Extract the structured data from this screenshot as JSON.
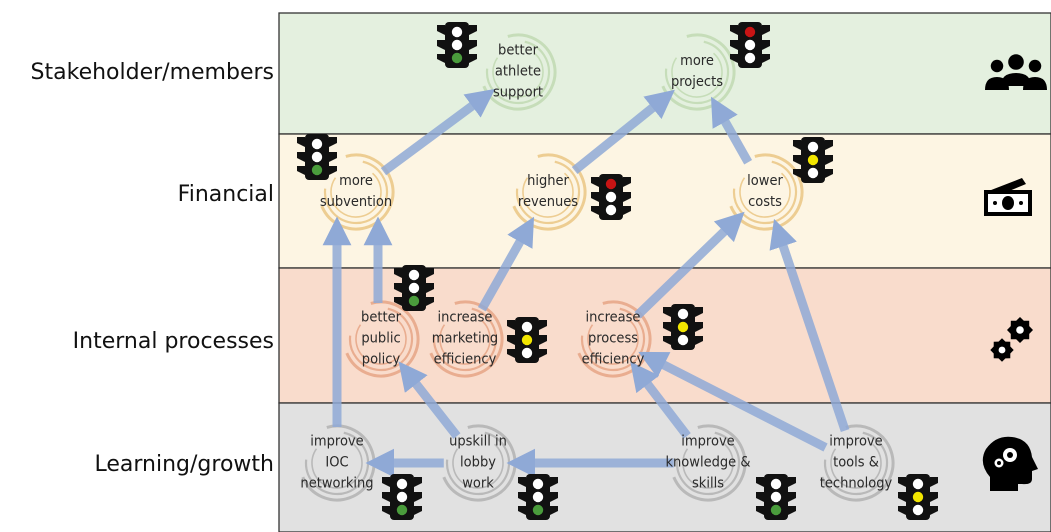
{
  "perspectives": [
    {
      "id": "stakeholder",
      "label": "Stakeholder/members",
      "icon": "people-group-icon",
      "color": "#e4f0df"
    },
    {
      "id": "financial",
      "label": "Financial",
      "icon": "money-icon",
      "color": "#fdf5e3"
    },
    {
      "id": "internal",
      "label": "Internal processes",
      "icon": "gears-icon",
      "color": "#f9dccc"
    },
    {
      "id": "learning",
      "label": "Learning/growth",
      "icon": "brain-head-icon",
      "color": "#e1e1e1"
    }
  ],
  "objectives": [
    {
      "id": "better-athlete-support",
      "lines": [
        "better",
        "athlete",
        "support"
      ],
      "perspective": "stakeholder",
      "status": "green"
    },
    {
      "id": "more-projects",
      "lines": [
        "more",
        "projects"
      ],
      "perspective": "stakeholder",
      "status": "red"
    },
    {
      "id": "more-subvention",
      "lines": [
        "more",
        "subvention"
      ],
      "perspective": "financial",
      "status": "green"
    },
    {
      "id": "higher-revenues",
      "lines": [
        "higher",
        "revenues"
      ],
      "perspective": "financial",
      "status": "red"
    },
    {
      "id": "lower-costs",
      "lines": [
        "lower",
        "costs"
      ],
      "perspective": "financial",
      "status": "yellow"
    },
    {
      "id": "better-public-policy",
      "lines": [
        "better",
        "public",
        "policy"
      ],
      "perspective": "internal",
      "status": "green"
    },
    {
      "id": "increase-marketing-efficiency",
      "lines": [
        "increase",
        "marketing",
        "efficiency"
      ],
      "perspective": "internal",
      "status": "yellow"
    },
    {
      "id": "increase-process-efficiency",
      "lines": [
        "increase",
        "process",
        "efficiency"
      ],
      "perspective": "internal",
      "status": "yellow"
    },
    {
      "id": "improve-ioc-networking",
      "lines": [
        "improve",
        "IOC",
        "networking"
      ],
      "perspective": "learning",
      "status": "green"
    },
    {
      "id": "upskill-in-lobby-work",
      "lines": [
        "upskill in",
        "lobby",
        "work"
      ],
      "perspective": "learning",
      "status": "green"
    },
    {
      "id": "improve-knowledge-skills",
      "lines": [
        "improve",
        "knowledge &",
        "skills"
      ],
      "perspective": "learning",
      "status": "green"
    },
    {
      "id": "improve-tools-technology",
      "lines": [
        "improve",
        "tools &",
        "technology"
      ],
      "perspective": "learning",
      "status": "yellow"
    }
  ],
  "links": [
    [
      "improve-ioc-networking",
      "more-subvention"
    ],
    [
      "better-public-policy",
      "more-subvention"
    ],
    [
      "more-subvention",
      "better-athlete-support"
    ],
    [
      "upskill-in-lobby-work",
      "better-public-policy"
    ],
    [
      "increase-marketing-efficiency",
      "higher-revenues"
    ],
    [
      "higher-revenues",
      "more-projects"
    ],
    [
      "lower-costs",
      "more-projects"
    ],
    [
      "increase-process-efficiency",
      "lower-costs"
    ],
    [
      "upskill-in-lobby-work",
      "improve-ioc-networking"
    ],
    [
      "improve-knowledge-skills",
      "upskill-in-lobby-work"
    ],
    [
      "improve-knowledge-skills",
      "increase-process-efficiency"
    ],
    [
      "improve-tools-technology",
      "increase-process-efficiency"
    ],
    [
      "improve-tools-technology",
      "lower-costs"
    ]
  ],
  "colors": {
    "arrow": "#8fa9d6",
    "frame": "#333333",
    "ring_learning": "#b5b5b5",
    "ring_internal": "#e8a98a",
    "ring_financial": "#ecc98a",
    "ring_stakeholder": "#c3dcb5",
    "light_red": "#c81414",
    "light_yellow": "#f2e600",
    "light_green": "#4a9c3c"
  }
}
